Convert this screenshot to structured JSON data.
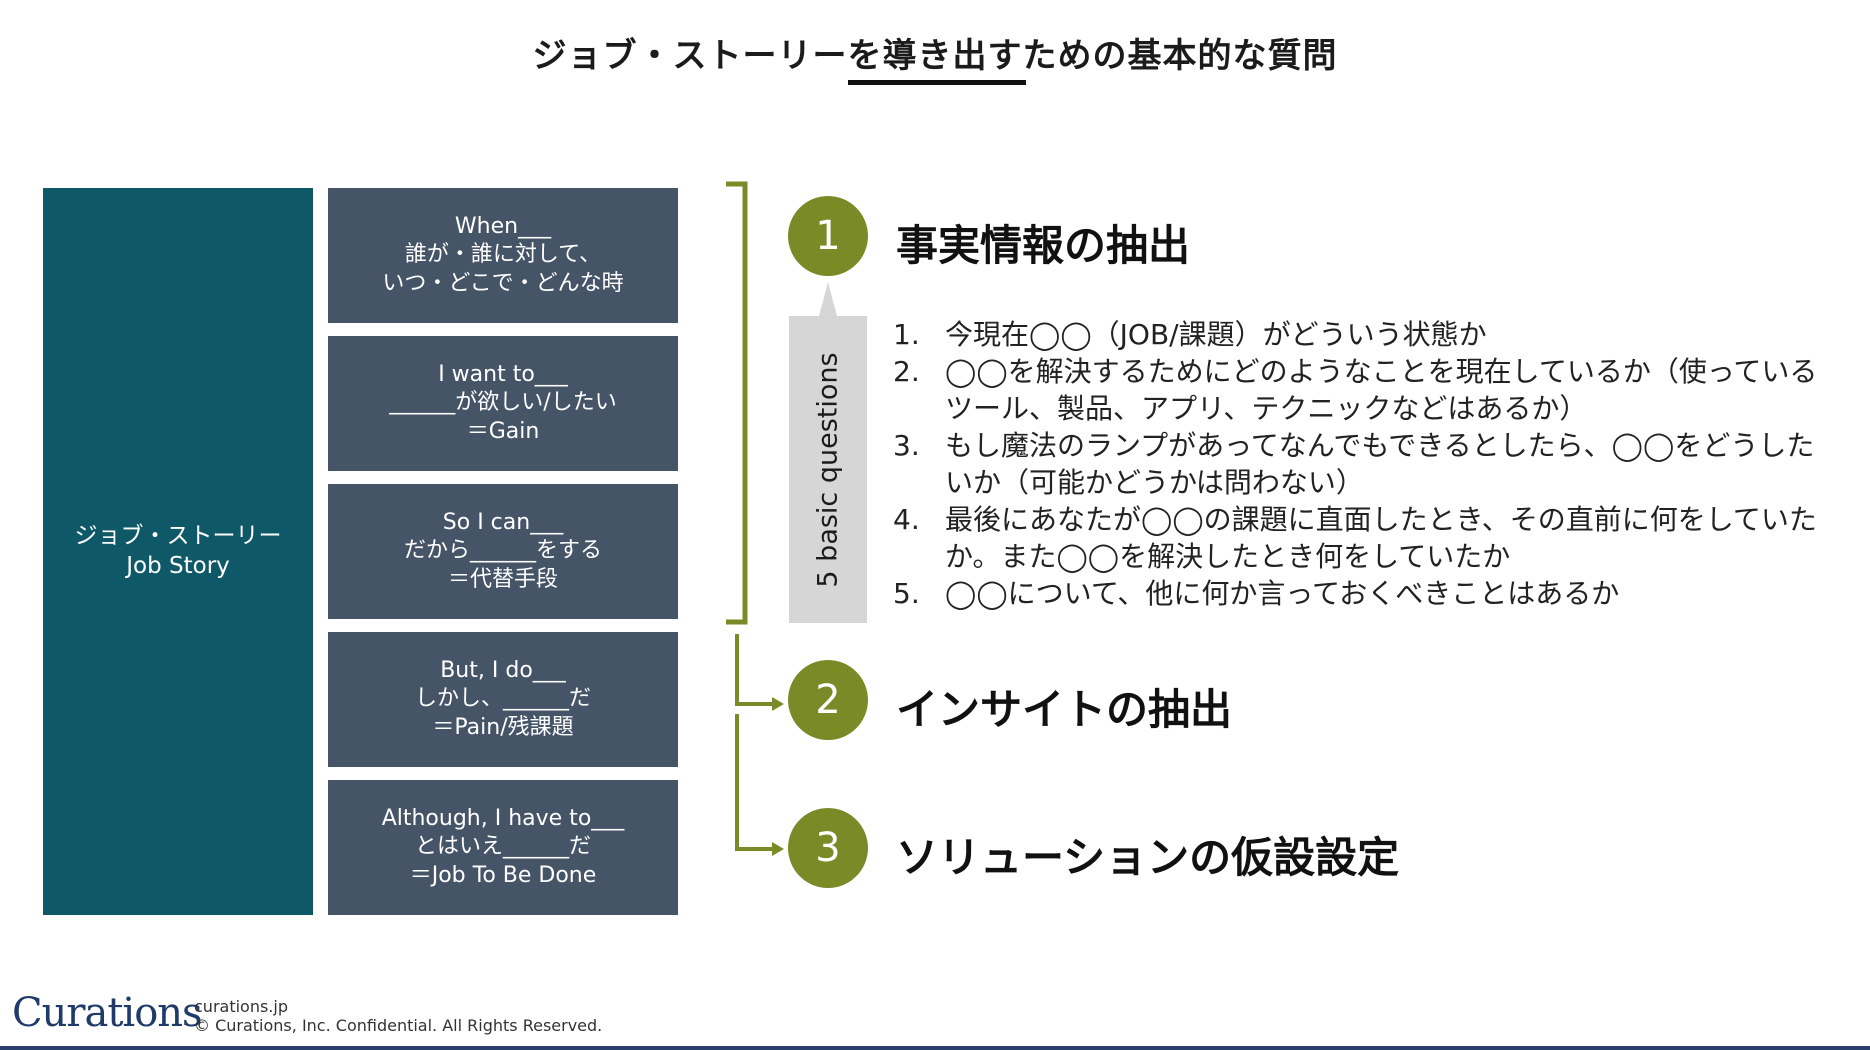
{
  "title": "ジョブ・ストーリーを導き出すための基本的な質問",
  "left_column": {
    "line1": "ジョブ・ストーリー",
    "line2": "Job Story"
  },
  "rows": [
    {
      "line1": "When___",
      "line2": "誰が・誰に対して、",
      "line3": "いつ・どこで・どんな時"
    },
    {
      "line1": "I want to___",
      "line2": "______が欲しい/したい",
      "line3": "＝Gain"
    },
    {
      "line1": "So I can___",
      "line2": "だから______をする",
      "line3": "＝代替手段"
    },
    {
      "line1": "But, I do___",
      "line2": "しかし、______だ",
      "line3": "＝Pain/残課題"
    },
    {
      "line1": "Although, I have to___",
      "line2": "とはいえ______だ",
      "line3": "＝Job To Be Done"
    }
  ],
  "five_label": "5 basic questions",
  "steps": [
    {
      "number": "1",
      "heading": "事実情報の抽出"
    },
    {
      "number": "2",
      "heading": "インサイトの抽出"
    },
    {
      "number": "3",
      "heading": "ソリューションの仮設設定"
    }
  ],
  "questions": [
    {
      "num": "1.",
      "text": "今現在◯◯（JOB/課題）がどういう状態か"
    },
    {
      "num": "2.",
      "text": "◯◯を解決するためにどのようなことを現在しているか（使っているツール、製品、アプリ、テクニックなどはあるか）"
    },
    {
      "num": "3.",
      "text": "もし魔法のランプがあってなんでもできるとしたら、◯◯をどうしたいか（可能かどうかは問わない）"
    },
    {
      "num": "4.",
      "text": "最後にあなたが◯◯の課題に直面したとき、その直前に何をしていたか。また◯◯を解決したとき何をしていたか"
    },
    {
      "num": "5.",
      "text": "◯◯について、他に何か言っておくべきことはあるか"
    }
  ],
  "footer": {
    "logo": "Curations",
    "url": "curations.jp",
    "copyright": "© Curations, Inc. Confidential. All Rights Reserved."
  },
  "colors": {
    "teal": "#0e5868",
    "slate": "#465468",
    "olive": "#7a8a27",
    "label_gray": "#d6d6d6"
  }
}
